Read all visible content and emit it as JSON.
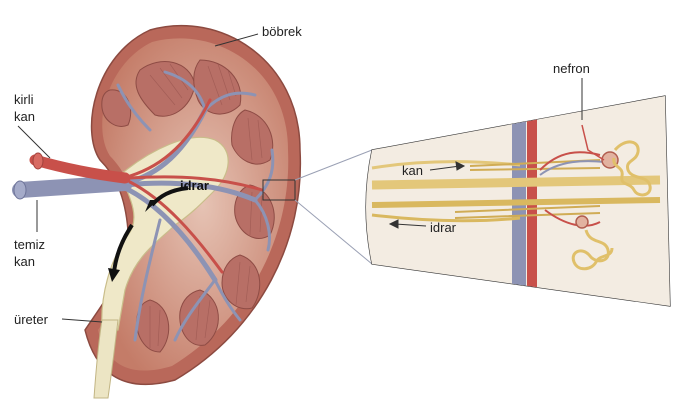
{
  "labels": {
    "kidney": "böbrek",
    "dirty_blood_line1": "kirli",
    "dirty_blood_line2": "kan",
    "clean_blood_line1": "temiz",
    "clean_blood_line2": "kan",
    "ureter": "üreter",
    "urine_kidney": "idrar",
    "nephron": "nefron",
    "blood_inset": "kan",
    "urine_inset": "idrar"
  },
  "colors": {
    "cortex": "#c98a78",
    "capsule": "#b9685a",
    "pyramid": "#b86f66",
    "pelvis": "#efe8c8",
    "artery": "#c8504a",
    "vein": "#8d93b4",
    "tubule": "#d9b85f",
    "inset_bg": "#f3ece2"
  }
}
